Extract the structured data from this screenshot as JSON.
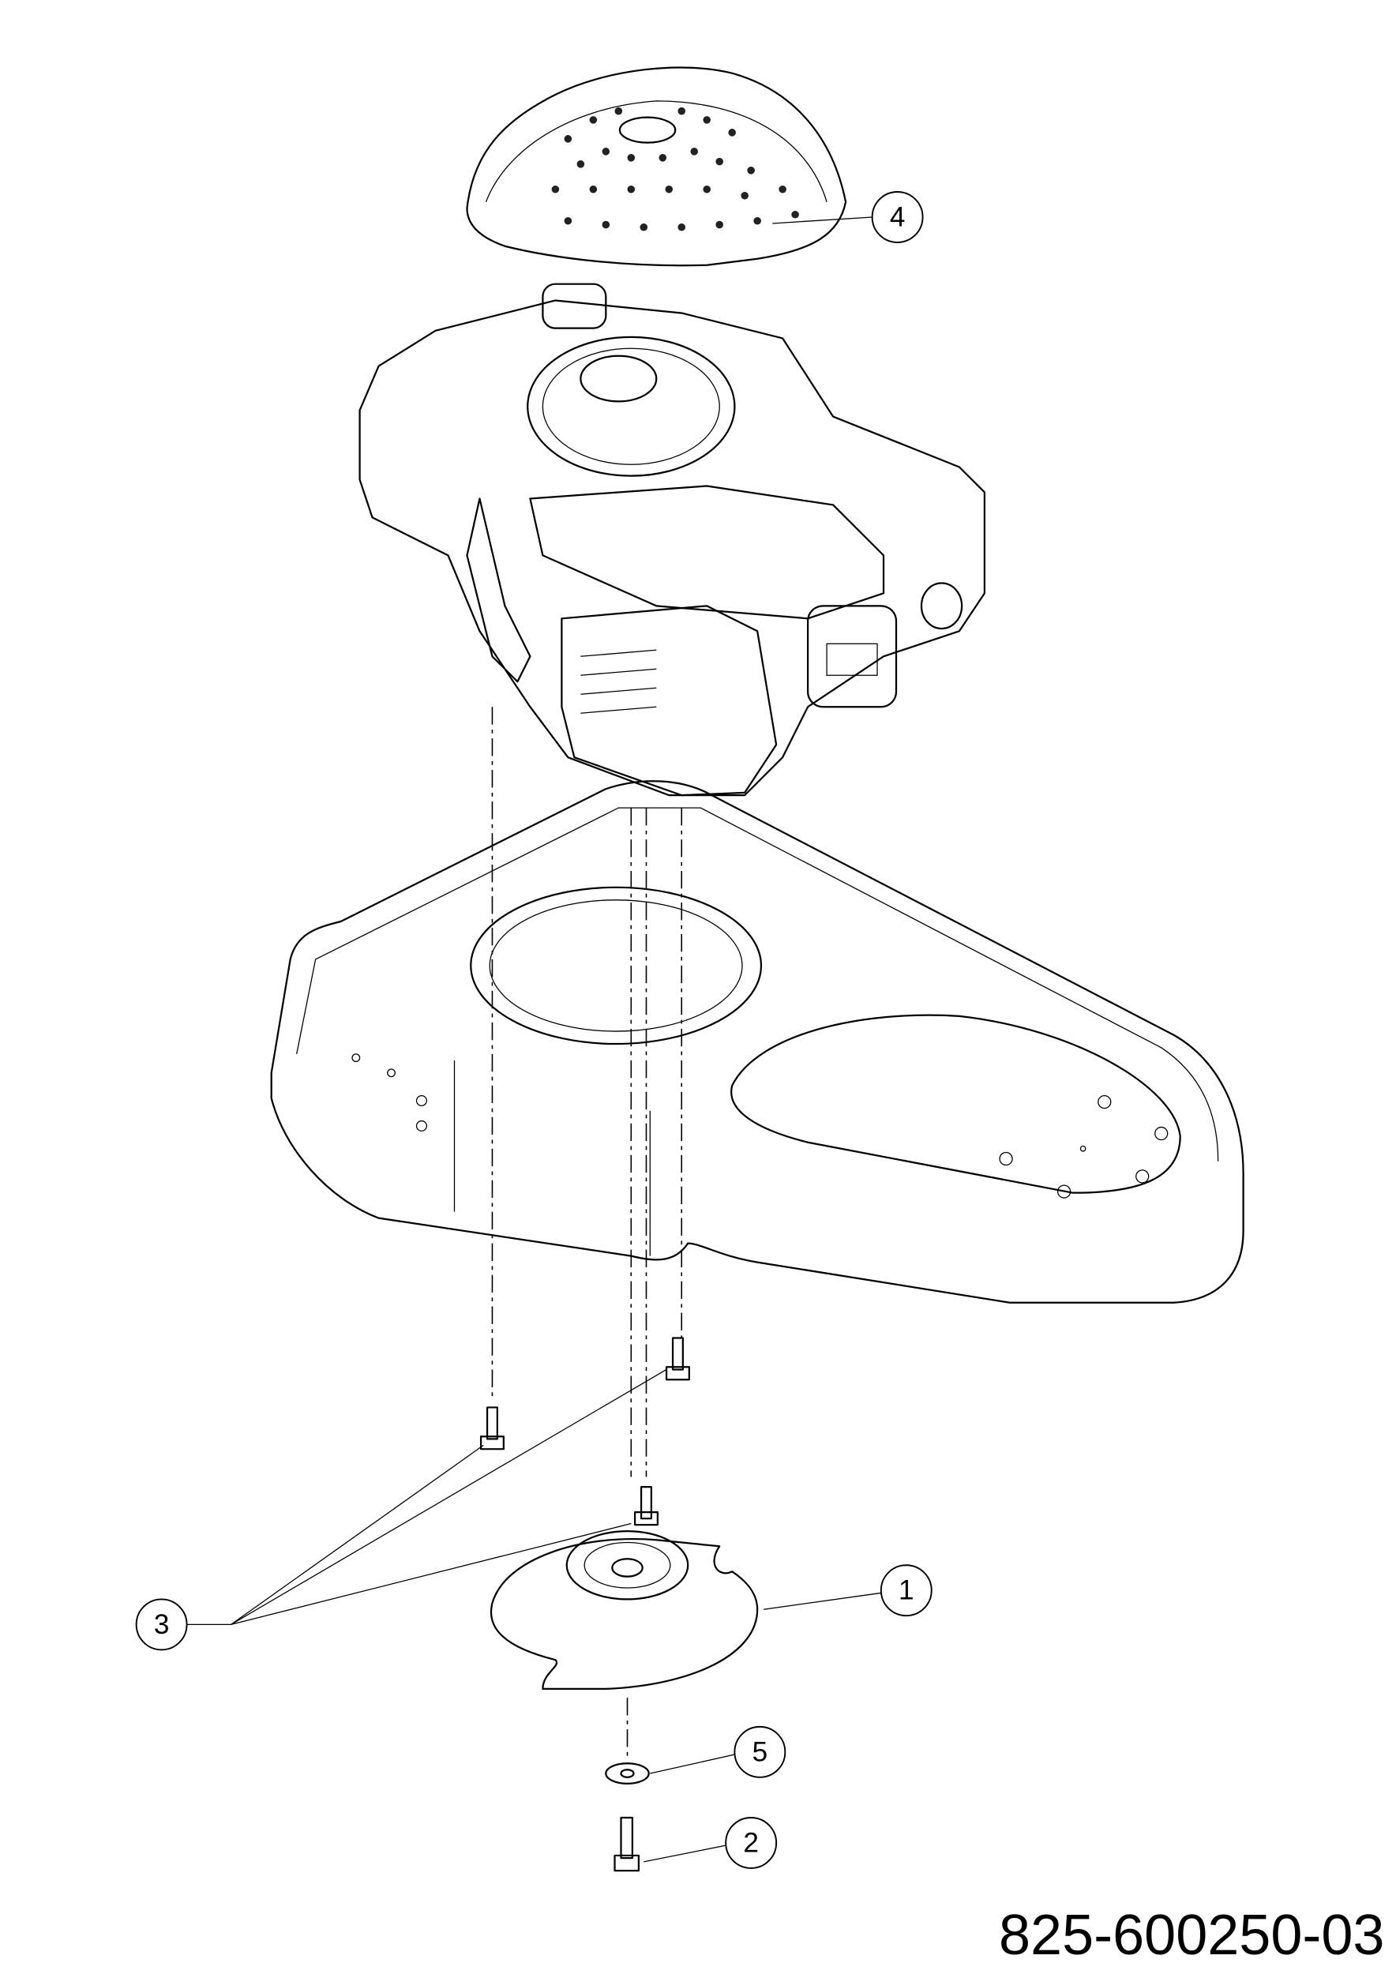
{
  "diagram": {
    "part_number": "825-600250-03",
    "callouts": [
      {
        "id": "1",
        "label": "1"
      },
      {
        "id": "2",
        "label": "2"
      },
      {
        "id": "3",
        "label": "3"
      },
      {
        "id": "4",
        "label": "4"
      },
      {
        "id": "5",
        "label": "5"
      }
    ]
  }
}
